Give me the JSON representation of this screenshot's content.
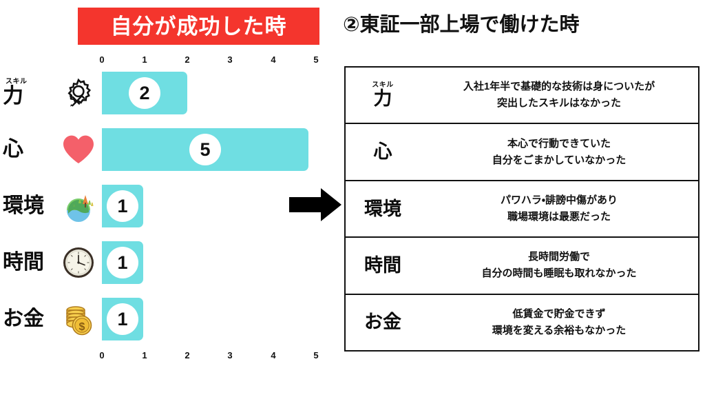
{
  "chart": {
    "title": "自分が成功した時",
    "title_bg": "#F4352D",
    "title_color": "#FFFFFF",
    "bar_color": "#6FDEE2",
    "axis_ticks": [
      "0",
      "1",
      "2",
      "3",
      "4",
      "5"
    ]
  },
  "chart_data": {
    "type": "bar",
    "orientation": "horizontal",
    "title": "自分が成功した時",
    "categories": [
      "力",
      "心",
      "環境",
      "時間",
      "お金"
    ],
    "category_ruby": [
      "スキル",
      "",
      "",
      "",
      ""
    ],
    "category_icons": [
      "gear-tools-icon",
      "heart-icon",
      "earth-nature-icon",
      "clock-icon",
      "money-coins-icon"
    ],
    "values": [
      2,
      5,
      1,
      1,
      1
    ],
    "xlabel": "",
    "ylabel": "",
    "xlim": [
      0,
      5
    ],
    "xticks": [
      0,
      1,
      2,
      3,
      4,
      5
    ],
    "grid": false,
    "legend": "none",
    "data_labels": [
      "2",
      "5",
      "1",
      "1",
      "1"
    ]
  },
  "arrow": {
    "name": "right-arrow",
    "color": "#000000"
  },
  "table": {
    "title": "②東証一部上場で働けた時",
    "rows": [
      {
        "label": "力",
        "ruby": "スキル",
        "line1": "入社1年半で基礎的な技術は身についたが",
        "line2": "突出したスキルはなかった"
      },
      {
        "label": "心",
        "ruby": "",
        "line1": "本心で行動できていた",
        "line2": "自分をごまかしていなかった"
      },
      {
        "label": "環境",
        "ruby": "",
        "line1": "パワハラ・誹謗中傷があり",
        "line2": "職場環境は最悪だった"
      },
      {
        "label": "時間",
        "ruby": "",
        "line1": "長時間労働で",
        "line2": "自分の時間も睡眠も取れなかった"
      },
      {
        "label": "お金",
        "ruby": "",
        "line1": "低賃金で貯金できず",
        "line2": "環境を変える余裕もなかった"
      }
    ]
  }
}
